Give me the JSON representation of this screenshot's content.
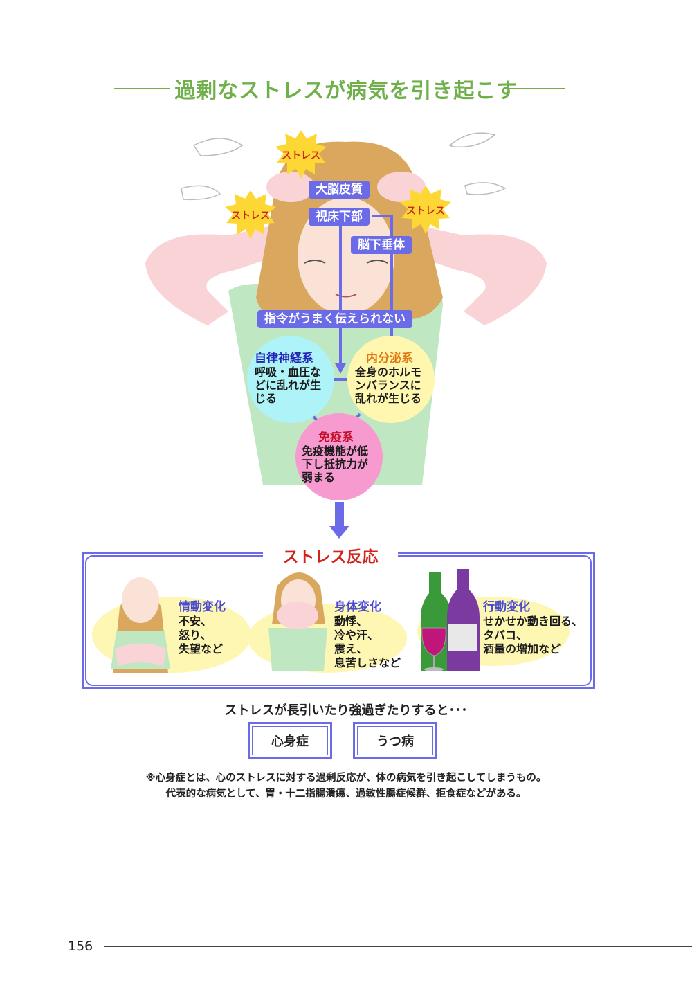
{
  "title": "過剰なストレスが病気を引き起こす",
  "bursts": [
    "ストレス",
    "ストレス",
    "ストレス"
  ],
  "brain_labels": {
    "cortex": "大脳皮質",
    "hypothalamus": "視床下部",
    "pituitary": "脳下垂体",
    "command": "指令がうまく伝えられない"
  },
  "circles": {
    "autonomic": {
      "title": "自律神経系",
      "lines": [
        "呼吸・血圧な",
        "どに乱れが生",
        "じる"
      ]
    },
    "endocrine": {
      "title": "内分泌系",
      "lines": [
        "全身のホルモ",
        "ンバランスに",
        "乱れが生じる"
      ]
    },
    "immune": {
      "title": "免疫系",
      "lines": [
        "免疫機能が低",
        "下し抵抗力が",
        "弱まる"
      ]
    }
  },
  "reaction": {
    "title": "ストレス反応",
    "items": [
      {
        "title": "情動変化",
        "lines": [
          "不安、",
          "怒り、",
          "失望など"
        ]
      },
      {
        "title": "身体変化",
        "lines": [
          "動悸、",
          "冷や汗、",
          "震え、",
          "息苦しさなど"
        ]
      },
      {
        "title": "行動変化",
        "lines": [
          "せかせか動き回る、",
          "タバコ、",
          "酒量の増加など"
        ]
      }
    ]
  },
  "long_stress_text": "ストレスが長引いたり強過ぎたりすると･･･",
  "outcomes": [
    "心身症",
    "うつ病"
  ],
  "notes": [
    "※心身症とは、心のストレスに対する過剰反応が、体の病気を引き起こしてしまうもの。",
    "代表的な病気として、胃・十二指腸潰瘍、過敏性腸症候群、拒食症などがある。"
  ],
  "page_number": "156",
  "colors": {
    "title_green": "#6fb04a",
    "label_blue": "#6b6be8",
    "stress_red": "#d0241c",
    "autonomic_circle": "#aef3f7",
    "endocrine_circle": "#fff7b0",
    "immune_circle": "#f79ad0"
  }
}
